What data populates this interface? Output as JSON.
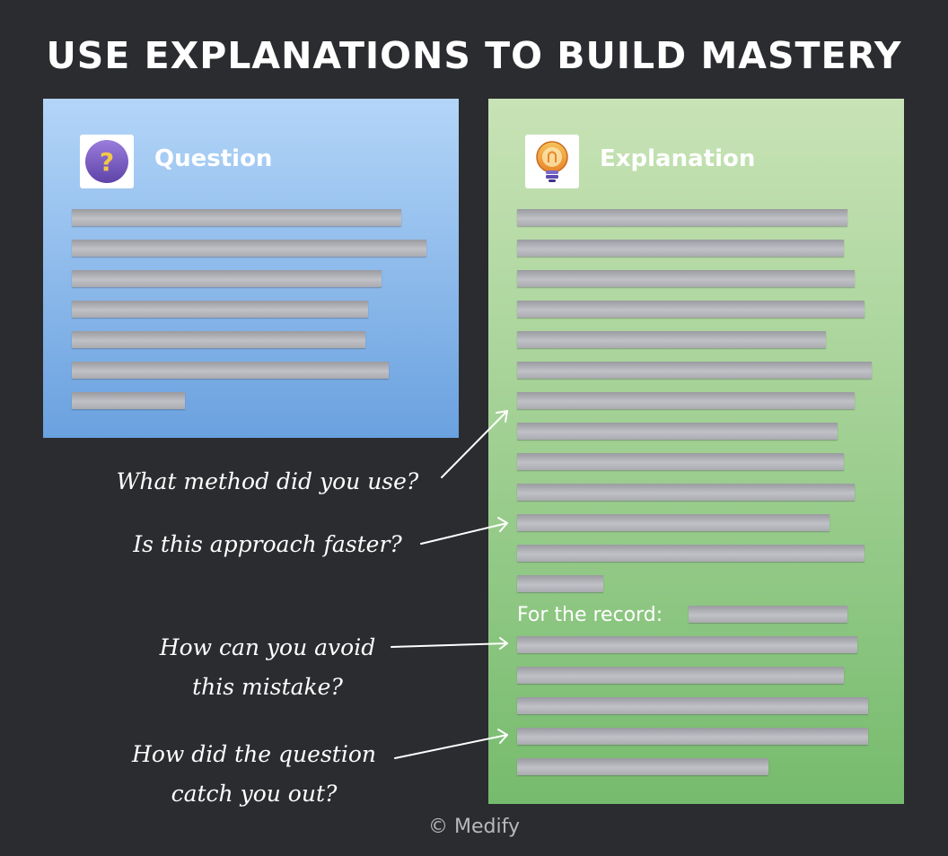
{
  "title": "USE EXPLANATIONS TO BUILD MASTERY",
  "question_panel": {
    "heading": "Question",
    "icon": "question-mark-icon",
    "text_line_count": 7
  },
  "explanation_panel": {
    "heading": "Explanation",
    "icon": "lightbulb-icon",
    "record_label": "For the record:",
    "text_line_count": 18
  },
  "prompts": [
    {
      "line1": "What method did you use?",
      "line2": ""
    },
    {
      "line1": "Is this approach faster?",
      "line2": ""
    },
    {
      "line1": "How can you avoid",
      "line2": "this mistake?"
    },
    {
      "line1": "How did the question",
      "line2": "catch you out?"
    }
  ],
  "credit": "© Medify",
  "colors": {
    "background": "#2b2c2f",
    "question_panel": "#8ebcef",
    "explanation_panel": "#a3d092",
    "text": "#ffffff",
    "placeholder_bar": "#b4b5ba",
    "question_icon": "#7b5fc0",
    "lightbulb_icon": "#f0a23a"
  }
}
